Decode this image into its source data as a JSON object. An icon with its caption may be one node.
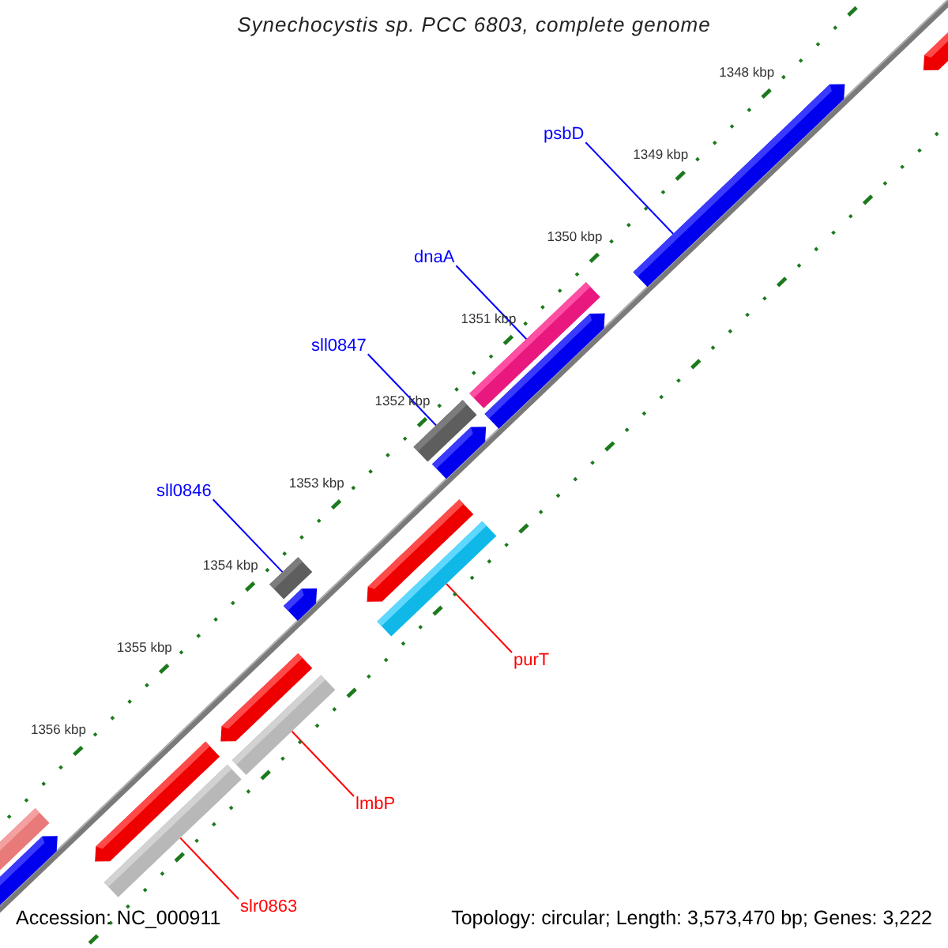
{
  "diagram": {
    "title": "Synechocystis sp. PCC 6803, complete genome",
    "nodes": [
      {
        "text": [
          "psbD"
        ]
      },
      {
        "text": [
          "dnaA"
        ]
      },
      {
        "text": [
          "sll0847"
        ]
      },
      {
        "text": [
          "sll0846"
        ]
      },
      {
        "text": [
          "purT"
        ]
      },
      {
        "text": [
          "lmbP"
        ]
      },
      {
        "text": [
          "slr0863"
        ]
      },
      {
        "text": [],
        "shape": "bar"
      },
      {
        "text": [],
        "shape": "bar"
      },
      {
        "text": [],
        "shape": "bar"
      },
      {
        "text": [],
        "shape": "bar"
      },
      {
        "text": [],
        "shape": "bar"
      },
      {
        "text": [],
        "shape": "bar"
      },
      {
        "text": [],
        "shape": "bar"
      }
    ],
    "edges": [
      {
        "from": 0,
        "to": 7,
        "arrow": "none"
      },
      {
        "from": 1,
        "to": 8,
        "arrow": "none"
      },
      {
        "from": 2,
        "to": 9,
        "arrow": "none"
      },
      {
        "from": 3,
        "to": 10,
        "arrow": "none"
      },
      {
        "from": 4,
        "to": 11,
        "arrow": "none",
        "color": "#ff0000"
      },
      {
        "from": 5,
        "to": 12,
        "arrow": "none",
        "color": "#ff0000"
      },
      {
        "from": 6,
        "to": 13,
        "arrow": "none",
        "color": "#ff0000"
      }
    ],
    "labels": [
      "1348 kbp",
      "1349 kbp",
      "1350 kbp",
      "1351 kbp",
      "1352 kbp",
      "1353 kbp",
      "1354 kbp",
      "1355 kbp",
      "1356 kbp",
      "Accession: NC_000911",
      "Topology: circular; Length: 3,573,470 bp; Genes: 3,222"
    ]
  }
}
